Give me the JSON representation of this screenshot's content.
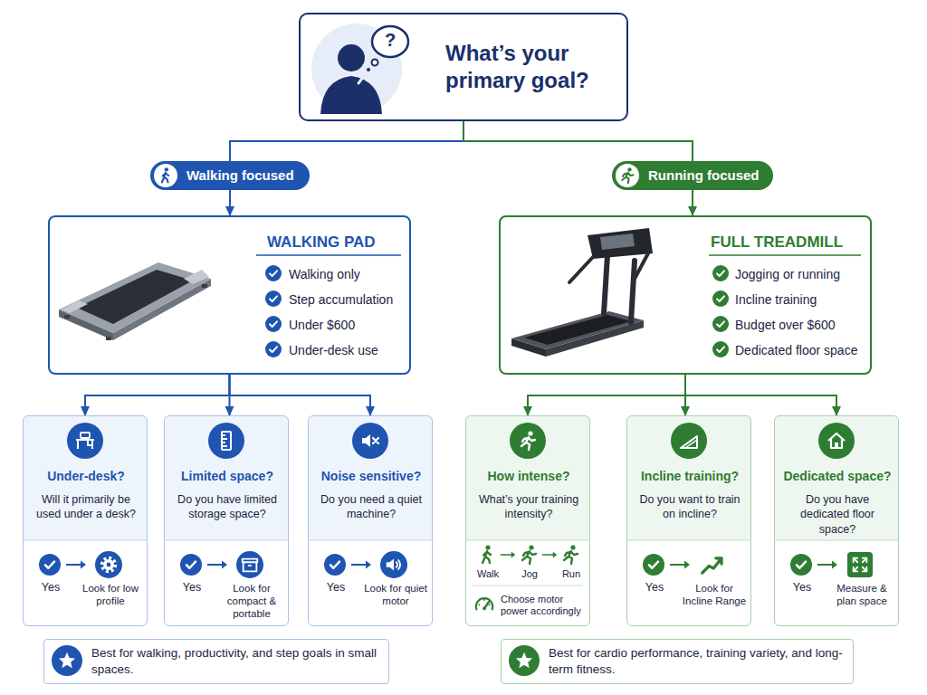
{
  "diagram": {
    "nodes": [
      {
        "text": [
          "What’s your primary goal?"
        ]
      },
      {
        "text": [
          "Walking focused"
        ]
      },
      {
        "text": [
          "Running focused"
        ]
      },
      {
        "text": [
          "WALKING PAD",
          "Walking only",
          "Step accumulation",
          "Under $600",
          "Under-desk use"
        ]
      },
      {
        "text": [
          "FULL TREADMILL",
          "Jogging or running",
          "Incline training",
          "Budget over $600",
          "Dedicated floor space"
        ]
      },
      {
        "text": [
          "Under-desk?",
          "Will it primarily be used under a desk?",
          "Yes",
          "Look for low profile"
        ]
      },
      {
        "text": [
          "Limited space?",
          "Do you have limited storage space?",
          "Yes",
          "Look for compact & portable"
        ]
      },
      {
        "text": [
          "Noise sensitive?",
          "Do you need a quiet machine?",
          "Yes",
          "Look for quiet motor"
        ]
      },
      {
        "text": [
          "How intense?",
          "What’s your training intensity?",
          "Walk",
          "Jog",
          "Run",
          "Choose motor power accordingly"
        ]
      },
      {
        "text": [
          "Incline training?",
          "Do you want to train on incline?",
          "Yes",
          "Look for Incline Range"
        ]
      },
      {
        "text": [
          "Dedicated space?",
          "Do you have dedicated floor space?",
          "Yes",
          "Measure & plan space"
        ]
      },
      {
        "text": [
          "Best for walking, productivity, and step goals in small spaces."
        ]
      },
      {
        "text": [
          "Best for cardio performance, training variety, and long-term fitness."
        ]
      }
    ],
    "edges": [
      {
        "from": 0,
        "to": 1,
        "arrow": "none"
      },
      {
        "from": 0,
        "to": 2,
        "arrow": "none"
      },
      {
        "from": 1,
        "to": 3,
        "arrow": "to"
      },
      {
        "from": 2,
        "to": 4,
        "arrow": "to"
      },
      {
        "from": 3,
        "to": 5,
        "arrow": "to"
      },
      {
        "from": 3,
        "to": 6,
        "arrow": "to"
      },
      {
        "from": 3,
        "to": 7,
        "arrow": "to"
      },
      {
        "from": 4,
        "to": 8,
        "arrow": "to"
      },
      {
        "from": 4,
        "to": 9,
        "arrow": "to"
      },
      {
        "from": 4,
        "to": 10,
        "arrow": "to"
      }
    ],
    "labels": [
      "?"
    ]
  }
}
